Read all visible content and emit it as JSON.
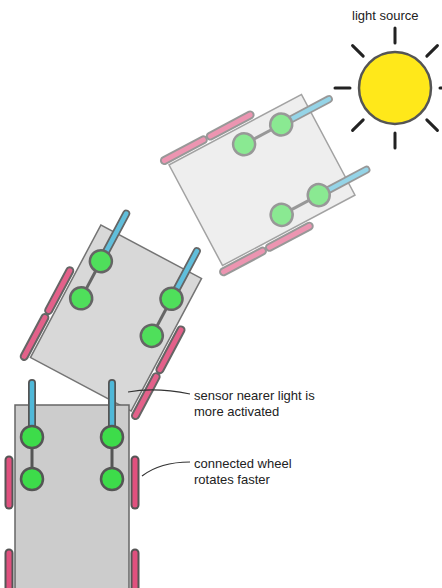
{
  "diagram": {
    "labels": [
      "light source",
      "sensor nearer light is more activated",
      "connected wheel rotates faster"
    ]
  }
}
